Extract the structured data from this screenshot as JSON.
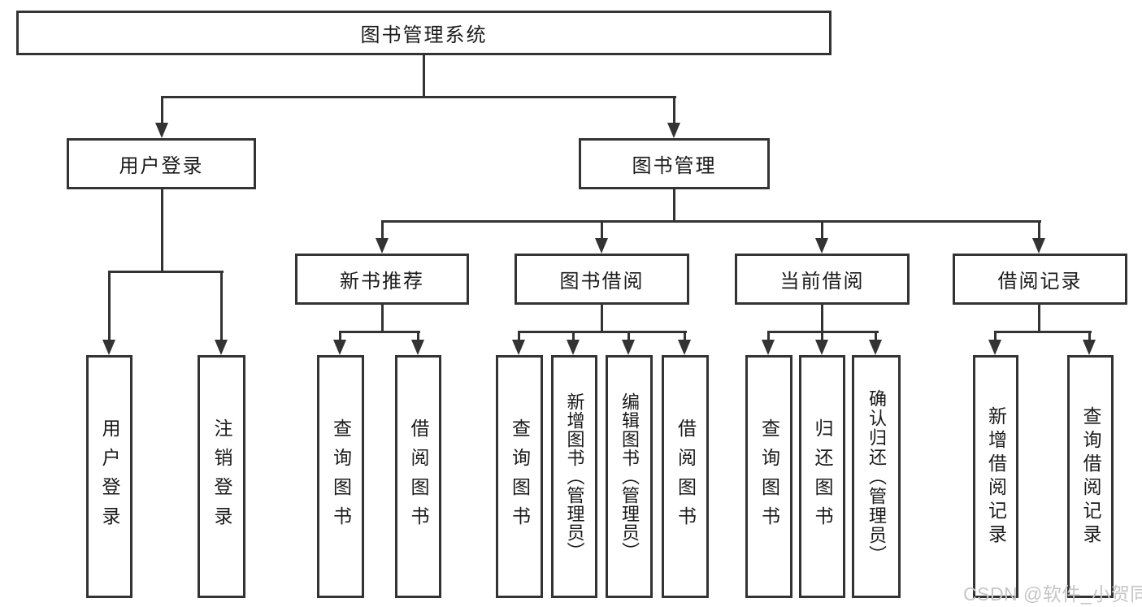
{
  "tree": {
    "root": {
      "label": "图书管理系统"
    },
    "children": [
      {
        "label": "用户登录",
        "children": [
          {
            "label": "用户登录"
          },
          {
            "label": "注销登录"
          }
        ]
      },
      {
        "label": "图书管理",
        "children": [
          {
            "label": "新书推荐",
            "children": [
              {
                "label": "查询图书"
              },
              {
                "label": "借阅图书"
              }
            ]
          },
          {
            "label": "图书借阅",
            "children": [
              {
                "label": "查询图书"
              },
              {
                "label": "新增图书（管理员）"
              },
              {
                "label": "编辑图书（管理员）"
              },
              {
                "label": "借阅图书"
              }
            ]
          },
          {
            "label": "当前借阅",
            "children": [
              {
                "label": "查询图书"
              },
              {
                "label": "归还图书"
              },
              {
                "label": "确认归还（管理员）"
              }
            ]
          },
          {
            "label": "借阅记录",
            "children": [
              {
                "label": "新增借阅记录"
              },
              {
                "label": "查询借阅记录"
              }
            ]
          }
        ]
      }
    ]
  },
  "watermark": {
    "text": "CSDN @软件_小贺同学"
  },
  "colors": {
    "line": "#333333",
    "text": "#1a1a1a",
    "watermark": "#c6c6c6",
    "background": "#ffffff"
  }
}
